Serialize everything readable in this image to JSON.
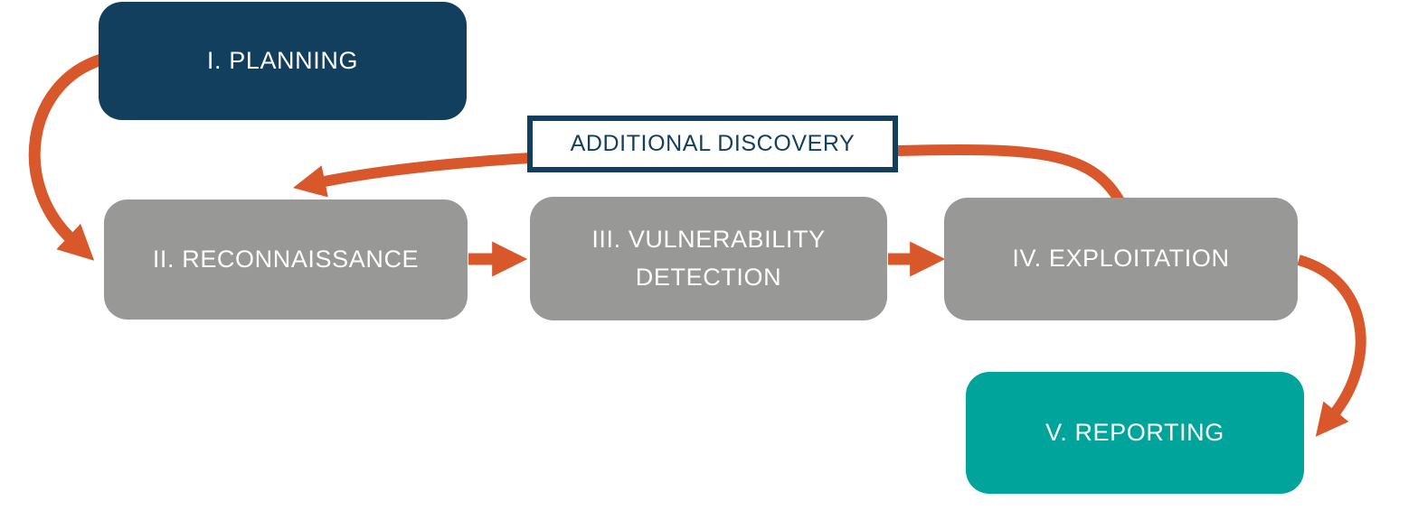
{
  "diagram": {
    "nodes": [
      {
        "id": "planning",
        "label": "I. PLANNING",
        "style": "primary"
      },
      {
        "id": "reconnaissance",
        "label": "II. RECONNAISSANCE",
        "style": "secondary"
      },
      {
        "id": "vulnerability-detection",
        "label": "III. VULNERABILITY DETECTION",
        "style": "secondary"
      },
      {
        "id": "exploitation",
        "label": "IV. EXPLOITATION",
        "style": "secondary"
      },
      {
        "id": "reporting",
        "label": "V. REPORTING",
        "style": "accent"
      },
      {
        "id": "additional-discovery",
        "label": "ADDITIONAL DISCOVERY",
        "style": "outline"
      }
    ],
    "edges": [
      {
        "from": "planning",
        "to": "reconnaissance"
      },
      {
        "from": "reconnaissance",
        "to": "vulnerability-detection"
      },
      {
        "from": "vulnerability-detection",
        "to": "exploitation"
      },
      {
        "from": "exploitation",
        "to": "additional-discovery"
      },
      {
        "from": "additional-discovery",
        "to": "reconnaissance"
      },
      {
        "from": "exploitation",
        "to": "reporting"
      }
    ],
    "colors": {
      "primary_navy": "#123F5E",
      "secondary_gray": "#989896",
      "accent_teal": "#00A49B",
      "arrow_orange": "#D9582B",
      "node_text": "#FFFFFF"
    }
  }
}
